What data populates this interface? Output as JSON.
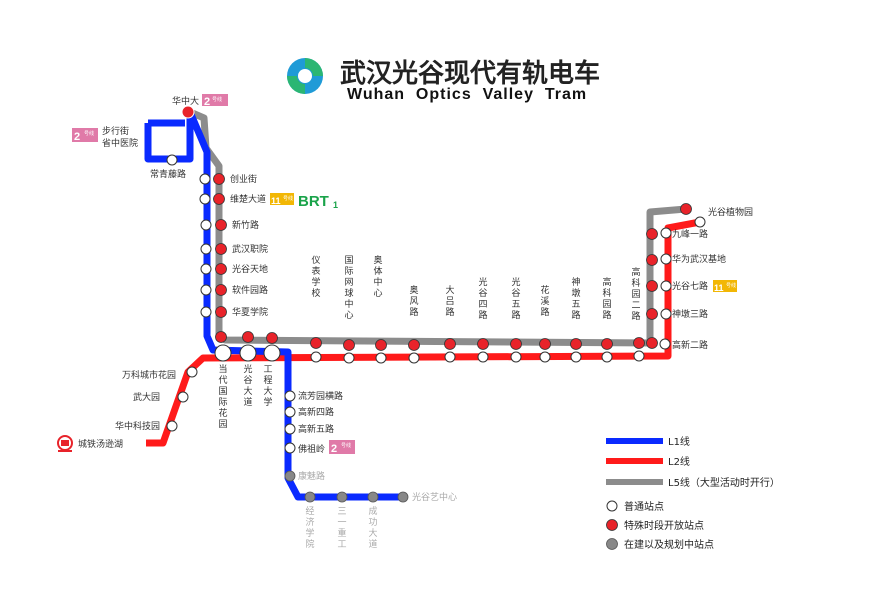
{
  "header": {
    "title_cn": "武汉光谷现代有轨电车",
    "title_en": "Wuhan  Optics  Valley  Tram"
  },
  "colors": {
    "L1": "#0a2aff",
    "L2": "#ff1a1a",
    "L5": "#8c8c8c",
    "special_station": "#e8232a",
    "planned_station": "#888888",
    "metro_line2_badge": "#e07aa8",
    "metro_line11_badge": "#f2b705",
    "brt": "#1aa34a"
  },
  "legend": {
    "L1": "L1线",
    "L2": "L2线",
    "L5": "L5线（大型活动时开行）",
    "normal": "普通站点",
    "special": "特殊时段开放站点",
    "planned": "在建以及规划中站点"
  },
  "badges": {
    "metro2_num": "2",
    "metro2_text": "号线",
    "metro11_num": "11",
    "metro11_text": "号线",
    "brt": "BRT",
    "brt_sub": "1"
  },
  "stations": {
    "huazhongda": "华中大",
    "buxingjie": "步行街",
    "shengzhongyiyuan": "省中医院",
    "changqingteng": "常青藤路",
    "chuangyejie": "创业街",
    "weichu": "维楚大道",
    "xinzhu": "新竹路",
    "wuhanzhiyuan": "武汉职院",
    "guanggutiandi": "光谷天地",
    "ruanjianyuan": "软件园路",
    "huaxiaxueyuan": "华夏学院",
    "yibiaoxuexiao": "仪表学校",
    "guojiwangqiu": "国际网球中心",
    "aotizhongxin": "奥体中心",
    "aofenglu": "奥风路",
    "dalulu": "大吕路",
    "guanggusilu": "光谷四路",
    "guanggu5lu": "光谷五路",
    "huaxilu": "花溪路",
    "shendun5lu": "神墩五路",
    "gaokeyuanlu": "高科园路",
    "gaokeyuan2lu": "高科园二路",
    "gaoxin2lu": "高新二路",
    "shendun3lu": "神墩三路",
    "guanggu7lu": "光谷七路",
    "huawei": "华为武汉基地",
    "jiufeng1lu": "九峰一路",
    "zhiwuyuan": "光谷植物园",
    "dangdaiguoji": "当代国际花园",
    "guangudadao": "光谷大道",
    "gongchengdaxue": "工程大学",
    "wankecheng": "万科城市花园",
    "wudayuan": "武大园",
    "huazhongkeji": "华中科技园",
    "chengtietang": "城铁汤逊湖",
    "liufangyuan": "流芳园横路",
    "gaoxin4lu": "高新四路",
    "gaoxin5lu": "高新五路",
    "fozuling": "佛祖岭",
    "kangmeilu": "康魅路",
    "jingjixueyuan": "经济学院",
    "sanyizhongxin": "三一重工",
    "chenggongdadao": "成功大道",
    "gguyizhongxin": "光谷艺中心"
  }
}
